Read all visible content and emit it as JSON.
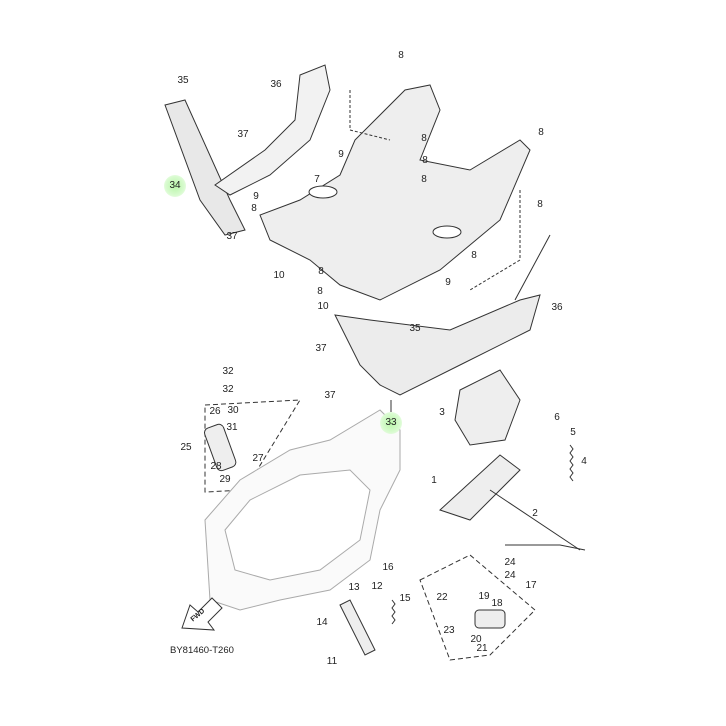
{
  "diagram_code": "BY81460-T260",
  "direction_marker": "FWD",
  "highlight_color": "#b8f5a8",
  "highlighted_callouts": [
    "34",
    "33"
  ],
  "callouts": [
    "35",
    "36",
    "8",
    "8",
    "37",
    "8",
    "9",
    "8",
    "34",
    "7",
    "8",
    "9",
    "8",
    "8",
    "37",
    "8",
    "10",
    "8",
    "9",
    "8",
    "10",
    "36",
    "35",
    "37",
    "32",
    "32",
    "37",
    "3",
    "33",
    "26",
    "30",
    "31",
    "25",
    "6",
    "5",
    "27",
    "4",
    "28",
    "29",
    "1",
    "2",
    "24",
    "24",
    "17",
    "16",
    "13",
    "12",
    "15",
    "22",
    "19",
    "18",
    "14",
    "23",
    "20",
    "21",
    "11"
  ]
}
